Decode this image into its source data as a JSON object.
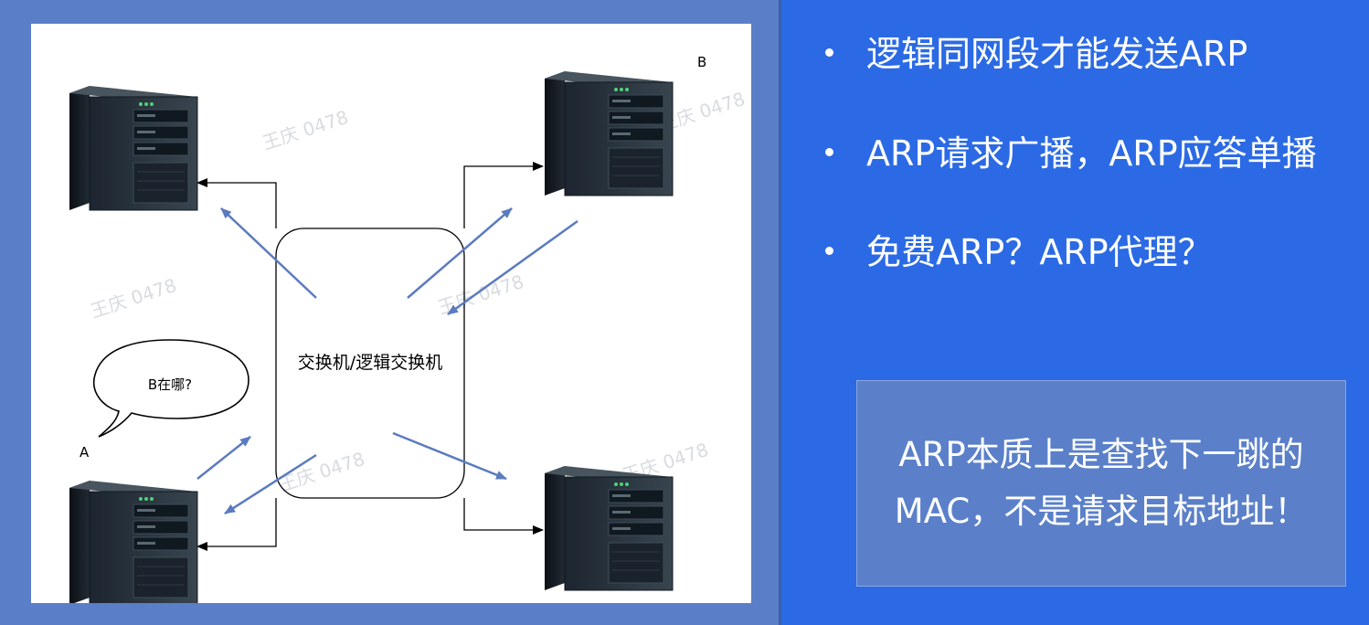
{
  "diagram": {
    "switch_label": "交换机/逻辑交换机",
    "bubble_text": "B在哪?",
    "label_a": "A",
    "label_b": "B",
    "watermark": "王庆 0478"
  },
  "bullets": [
    "逻辑同网段才能发送ARP",
    "ARP请求广播，ARP应答单播",
    "免费ARP？ARP代理？"
  ],
  "summary": {
    "line1": "ARP本质上是查找下一跳的",
    "line2": "MAC，不是请求目标地址！"
  },
  "colors": {
    "left_background": "#5a7fc8",
    "right_background": "#2b6ae4",
    "flow_arrow": "#5b7bbf",
    "connector": "#000000"
  }
}
